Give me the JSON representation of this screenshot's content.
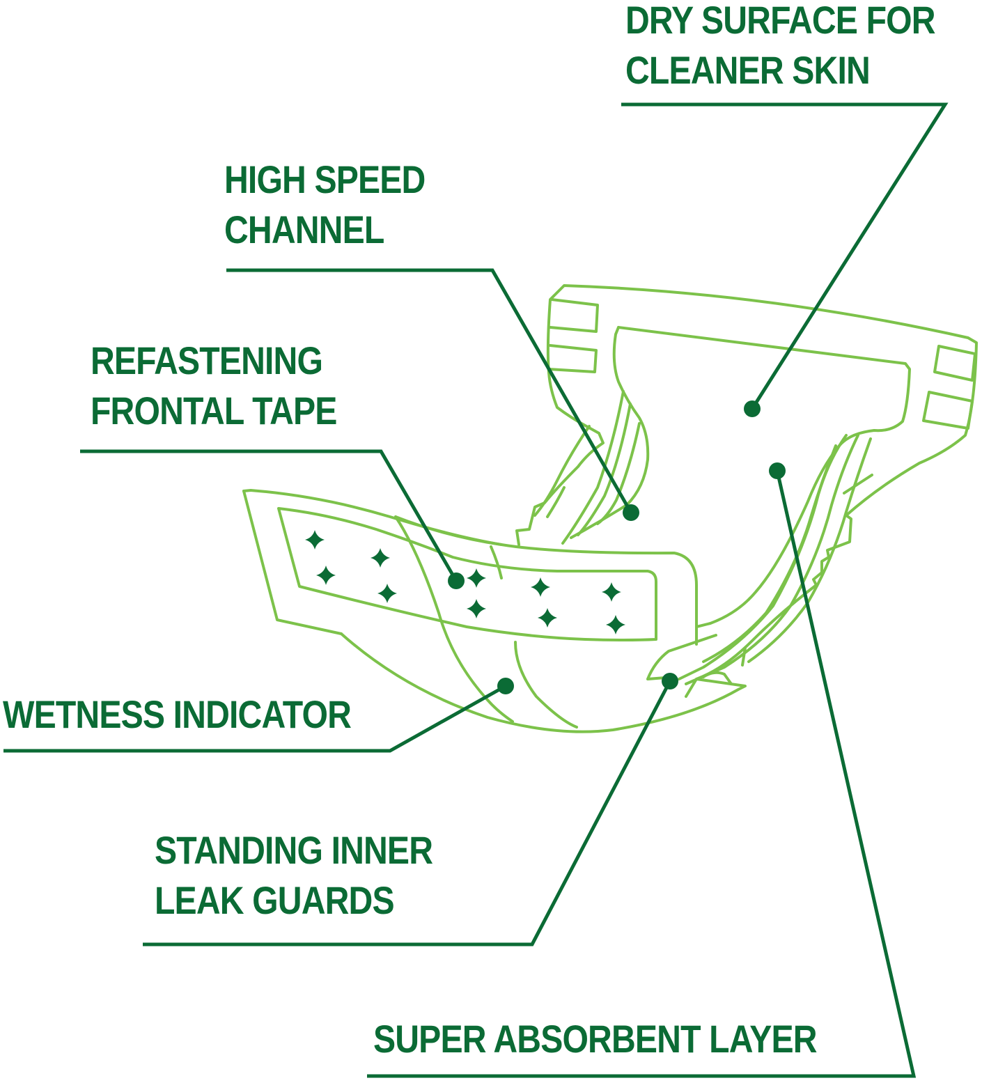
{
  "colors": {
    "label_green": "#0b6b35",
    "outline_green": "#7cc24a",
    "background": "#ffffff"
  },
  "icons": {
    "product": "diaper-outline-icon",
    "marker": "callout-dot-icon",
    "sparkle": "four-point-star-icon"
  },
  "callouts": {
    "dry_surface": {
      "line1": "DRY SURFACE FOR",
      "line2": "CLEANER SKIN"
    },
    "high_speed": {
      "line1": "HIGH SPEED",
      "line2": "CHANNEL"
    },
    "refastening": {
      "line1": "REFASTENING",
      "line2": "FRONTAL TAPE"
    },
    "wetness": {
      "line1": "WETNESS INDICATOR"
    },
    "standing": {
      "line1": "STANDING INNER",
      "line2": "LEAK GUARDS"
    },
    "super_absorbent": {
      "line1": "SUPER ABSORBENT LAYER"
    }
  }
}
